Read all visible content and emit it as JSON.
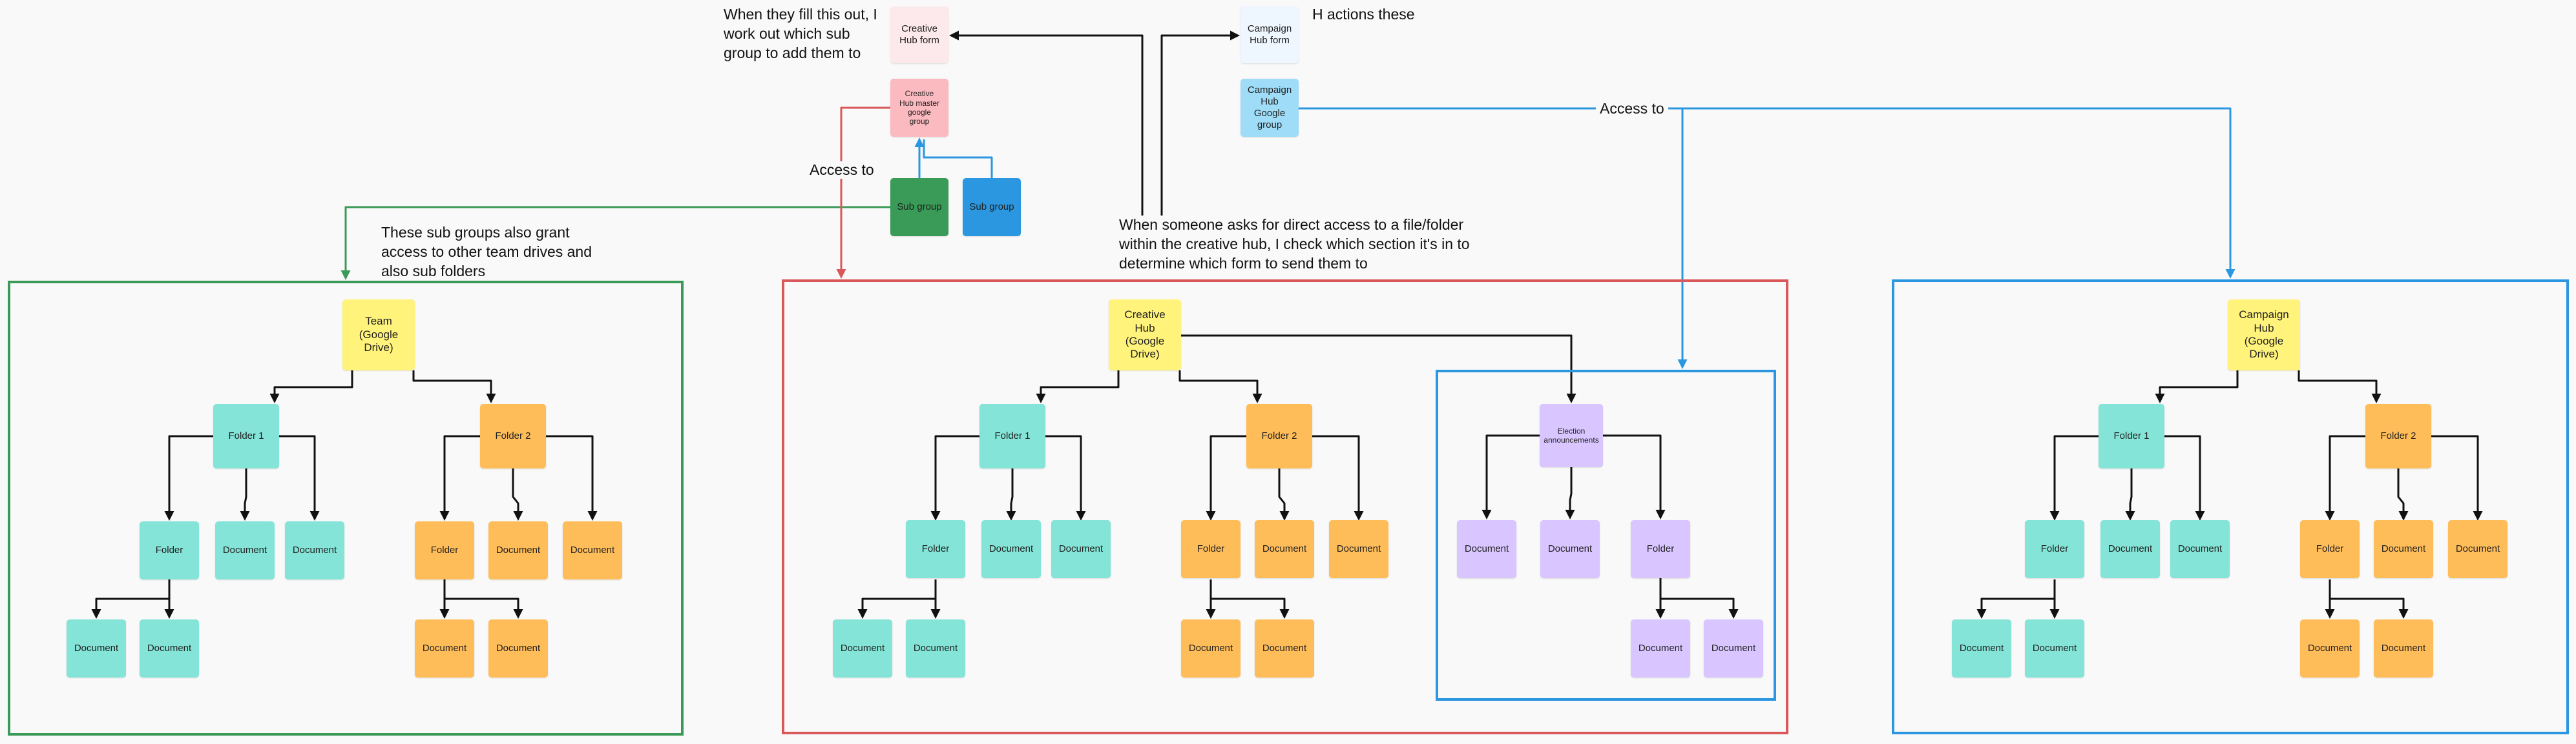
{
  "colors": {
    "teal": "#84e4d7",
    "orange": "#ffbd59",
    "yellow": "#fff37b",
    "purple": "#d9c5ff",
    "pink": "#fbb9c0",
    "pale_pink": "#fde9ec",
    "pale_blue": "#eef6ff",
    "light_blue": "#9edcf8",
    "green": "#3a9a57",
    "blue": "#2b97e0",
    "green_border": "#3a9a57",
    "red_border": "#d9585a",
    "blue_border": "#2b97e0"
  },
  "top": {
    "creative_form": "Creative\nHub form",
    "creative_master": "Creative\nHub master\ngoogle\ngroup",
    "sub_group_green": "Sub group",
    "sub_group_blue": "Sub group",
    "campaign_form": "Campaign\nHub form",
    "campaign_group": "Campaign\nHub\nGoogle\ngroup",
    "note_fill_form": "When they fill this out, I\nwork out which sub\ngroup to add them to",
    "note_h_actions": "H actions these",
    "note_direct_access": "When someone asks for direct access to a file/folder\nwithin the creative hub, I check which section it's in to\ndetermine which form to send them to",
    "note_sub_groups": "These sub groups also grant\naccess to other team drives and\nalso sub folders",
    "label_access_red": "Access to",
    "label_access_blue": "Access to"
  },
  "team": {
    "root": "Team\n(Google\nDrive)",
    "folder1": "Folder 1",
    "folder2": "Folder 2",
    "f1_folder": "Folder",
    "f1_doc1": "Document",
    "f1_doc2": "Document",
    "f1_sub_doc1": "Document",
    "f1_sub_doc2": "Document",
    "f2_folder": "Folder",
    "f2_doc1": "Document",
    "f2_doc2": "Document",
    "f2_sub_doc1": "Document",
    "f2_sub_doc2": "Document"
  },
  "creative": {
    "root": "Creative\nHub\n(Google\nDrive)",
    "folder1": "Folder 1",
    "folder2": "Folder 2",
    "f1_folder": "Folder",
    "f1_doc1": "Document",
    "f1_doc2": "Document",
    "f1_sub_doc1": "Document",
    "f1_sub_doc2": "Document",
    "f2_folder": "Folder",
    "f2_doc1": "Document",
    "f2_doc2": "Document",
    "f2_sub_doc1": "Document",
    "f2_sub_doc2": "Document",
    "election": "Election\nannouncements",
    "el_doc1": "Document",
    "el_doc2": "Document",
    "el_folder": "Folder",
    "el_sub_doc1": "Document",
    "el_sub_doc2": "Document"
  },
  "campaign": {
    "root": "Campaign\nHub\n(Google\nDrive)",
    "folder1": "Folder 1",
    "folder2": "Folder 2",
    "f1_folder": "Folder",
    "f1_doc1": "Document",
    "f1_doc2": "Document",
    "f1_sub_doc1": "Document",
    "f1_sub_doc2": "Document",
    "f2_folder": "Folder",
    "f2_doc1": "Document",
    "f2_doc2": "Document",
    "f2_sub_doc1": "Document",
    "f2_sub_doc2": "Document"
  }
}
